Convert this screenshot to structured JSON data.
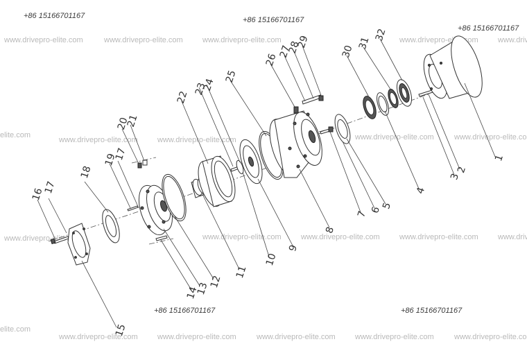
{
  "phone_numbers": [
    "+86 15166701167",
    "+86 15166701167",
    "+86 15166701167",
    "+86 15166701167",
    "+86 15166701167"
  ],
  "watermarks": [
    "www.drivepro-elite.com",
    "www.drivepro-elite.com",
    "www.drivepro-elite.com",
    "www.drivepro-elite.com",
    "www.drive",
    "elite.com",
    "www.drivepro-elite.com",
    "www.drivepro-elite.com",
    "www.drivepro-elite.com",
    "www.drivepro-elite.com",
    "www.drivepro-elite.com",
    "www.drivepro-elite.com",
    "www.drivepro-elite.com",
    "www.drivepro-elite.com",
    "www.drive",
    "elite.com",
    "www.drivepro-elite.com",
    "www.drivepro-elite.com",
    "www.drivepro-elite.com",
    "www.drivepro-elite.com",
    "www.drivepro-elite.com"
  ],
  "part_numbers": [
    "1",
    "2",
    "3",
    "4",
    "5",
    "6",
    "7",
    "8",
    "9",
    "10",
    "11",
    "12",
    "13",
    "14",
    "15",
    "16",
    "17",
    "17",
    "18",
    "19",
    "20",
    "21",
    "22",
    "23",
    "24",
    "25",
    "26",
    "27",
    "28",
    "29",
    "30",
    "31",
    "32"
  ]
}
